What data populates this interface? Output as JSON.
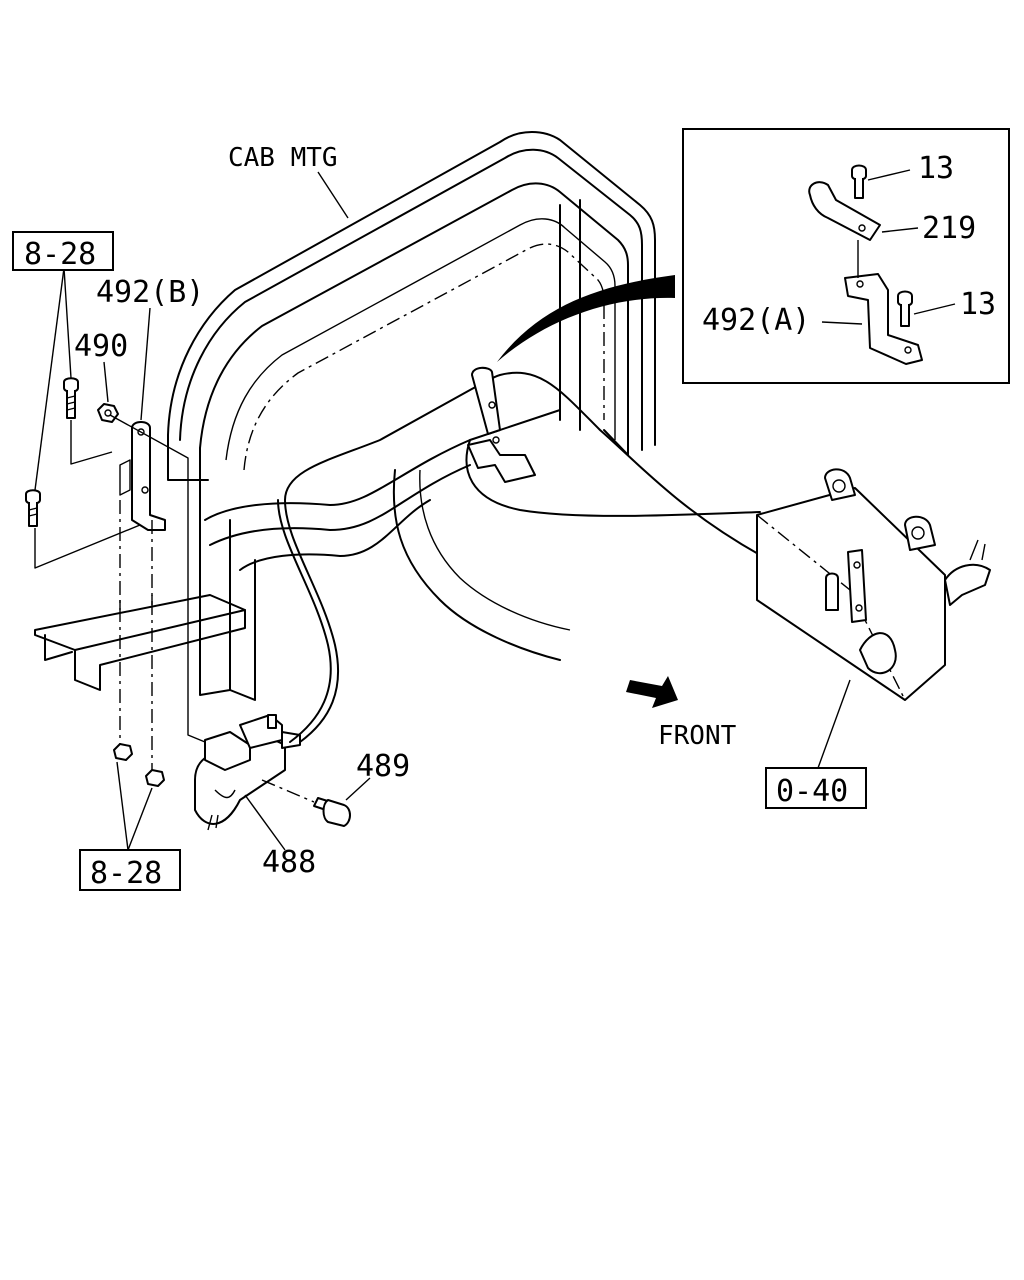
{
  "labels": {
    "cab_mtg": "CAB MTG",
    "ref_8_28_top": "8-28",
    "ref_8_28_bottom": "8-28",
    "ref_0_40": "0-40",
    "part_492b": "492(B)",
    "part_490": "490",
    "part_489": "489",
    "part_488": "488",
    "part_13_top": "13",
    "part_13_mid": "13",
    "part_219": "219",
    "part_492a": "492(A)",
    "front": "FRONT"
  }
}
